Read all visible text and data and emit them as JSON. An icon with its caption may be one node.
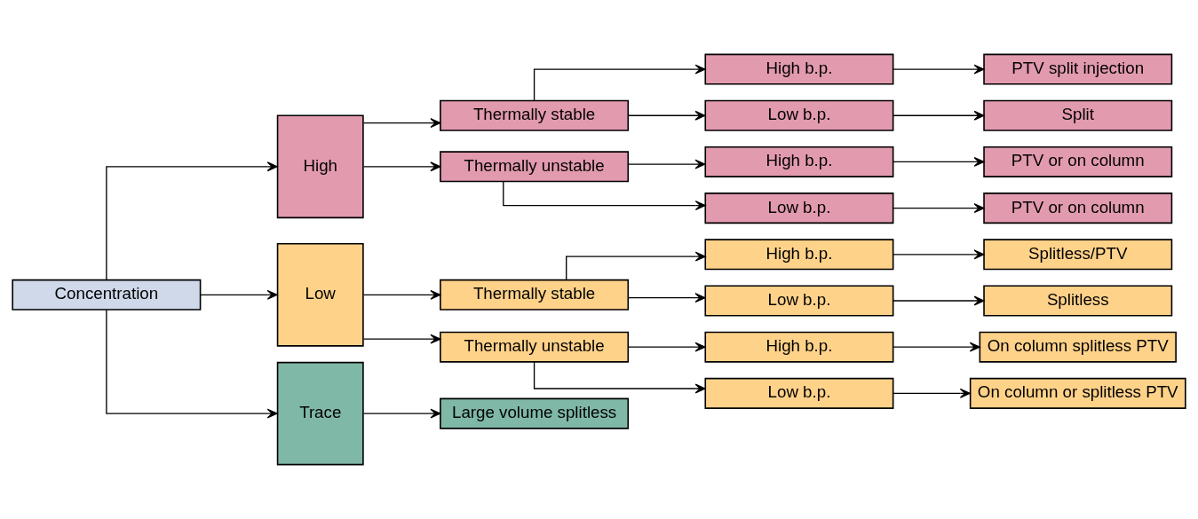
{
  "diagram": {
    "nodes": [
      {
        "text": [
          "Concentration"
        ]
      },
      {
        "text": [
          "High"
        ]
      },
      {
        "text": [
          "Low"
        ]
      },
      {
        "text": [
          "Trace"
        ]
      },
      {
        "text": [
          "Thermally stable"
        ]
      },
      {
        "text": [
          "Thermally unstable"
        ]
      },
      {
        "text": [
          "High b.p."
        ]
      },
      {
        "text": [
          "Low b.p."
        ]
      },
      {
        "text": [
          "High b.p."
        ]
      },
      {
        "text": [
          "Low b.p."
        ]
      },
      {
        "text": [
          "PTV split injection"
        ]
      },
      {
        "text": [
          "Split"
        ]
      },
      {
        "text": [
          "PTV or on column"
        ]
      },
      {
        "text": [
          "PTV or on column"
        ]
      },
      {
        "text": [
          "Thermally stable"
        ]
      },
      {
        "text": [
          "Thermally unstable"
        ]
      },
      {
        "text": [
          "High b.p."
        ]
      },
      {
        "text": [
          "Low b.p."
        ]
      },
      {
        "text": [
          "High b.p."
        ]
      },
      {
        "text": [
          "Low b.p."
        ]
      },
      {
        "text": [
          "Splitless/PTV"
        ]
      },
      {
        "text": [
          "Splitless"
        ]
      },
      {
        "text": [
          "On column splitless PTV"
        ]
      },
      {
        "text": [
          "On column or splitless PTV"
        ]
      },
      {
        "text": [
          "Large volume splitless"
        ]
      }
    ],
    "edges": [
      {
        "from": 0,
        "to": 1,
        "arrow": "to"
      },
      {
        "from": 0,
        "to": 2,
        "arrow": "to"
      },
      {
        "from": 0,
        "to": 3,
        "arrow": "to"
      },
      {
        "from": 1,
        "to": 4,
        "arrow": "to"
      },
      {
        "from": 1,
        "to": 5,
        "arrow": "to"
      },
      {
        "from": 4,
        "to": 6,
        "arrow": "to"
      },
      {
        "from": 4,
        "to": 7,
        "arrow": "to"
      },
      {
        "from": 5,
        "to": 8,
        "arrow": "to"
      },
      {
        "from": 5,
        "to": 9,
        "arrow": "to"
      },
      {
        "from": 6,
        "to": 10,
        "arrow": "to"
      },
      {
        "from": 7,
        "to": 11,
        "arrow": "to"
      },
      {
        "from": 8,
        "to": 12,
        "arrow": "to"
      },
      {
        "from": 9,
        "to": 13,
        "arrow": "to"
      },
      {
        "from": 2,
        "to": 14,
        "arrow": "to"
      },
      {
        "from": 2,
        "to": 15,
        "arrow": "to"
      },
      {
        "from": 14,
        "to": 16,
        "arrow": "to"
      },
      {
        "from": 14,
        "to": 17,
        "arrow": "to"
      },
      {
        "from": 15,
        "to": 18,
        "arrow": "to"
      },
      {
        "from": 15,
        "to": 19,
        "arrow": "to"
      },
      {
        "from": 16,
        "to": 20,
        "arrow": "to"
      },
      {
        "from": 17,
        "to": 21,
        "arrow": "to"
      },
      {
        "from": 18,
        "to": 22,
        "arrow": "to"
      },
      {
        "from": 19,
        "to": 23,
        "arrow": "to"
      },
      {
        "from": 3,
        "to": 24,
        "arrow": "to"
      }
    ]
  }
}
